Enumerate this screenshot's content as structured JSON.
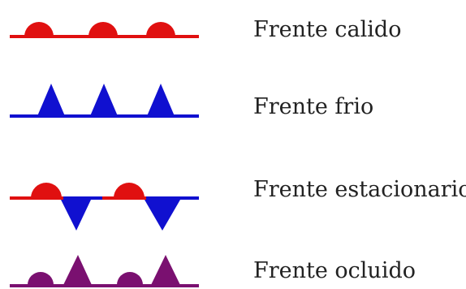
{
  "legend": {
    "items": [
      {
        "label": "Frente calido",
        "symbol": "warm-front",
        "colors": {
          "line": "#e01010",
          "marks": "#e01010"
        }
      },
      {
        "label": "Frente frio",
        "symbol": "cold-front",
        "colors": {
          "line": "#1010d0",
          "marks": "#1010d0"
        }
      },
      {
        "label": "Frente estacionario",
        "symbol": "stationary-front",
        "colors": {
          "warm": "#e01010",
          "cold": "#1010d0"
        }
      },
      {
        "label": "Frente ocluido",
        "symbol": "occluded-front",
        "colors": {
          "line": "#7a1070",
          "marks": "#7a1070"
        }
      }
    ]
  }
}
